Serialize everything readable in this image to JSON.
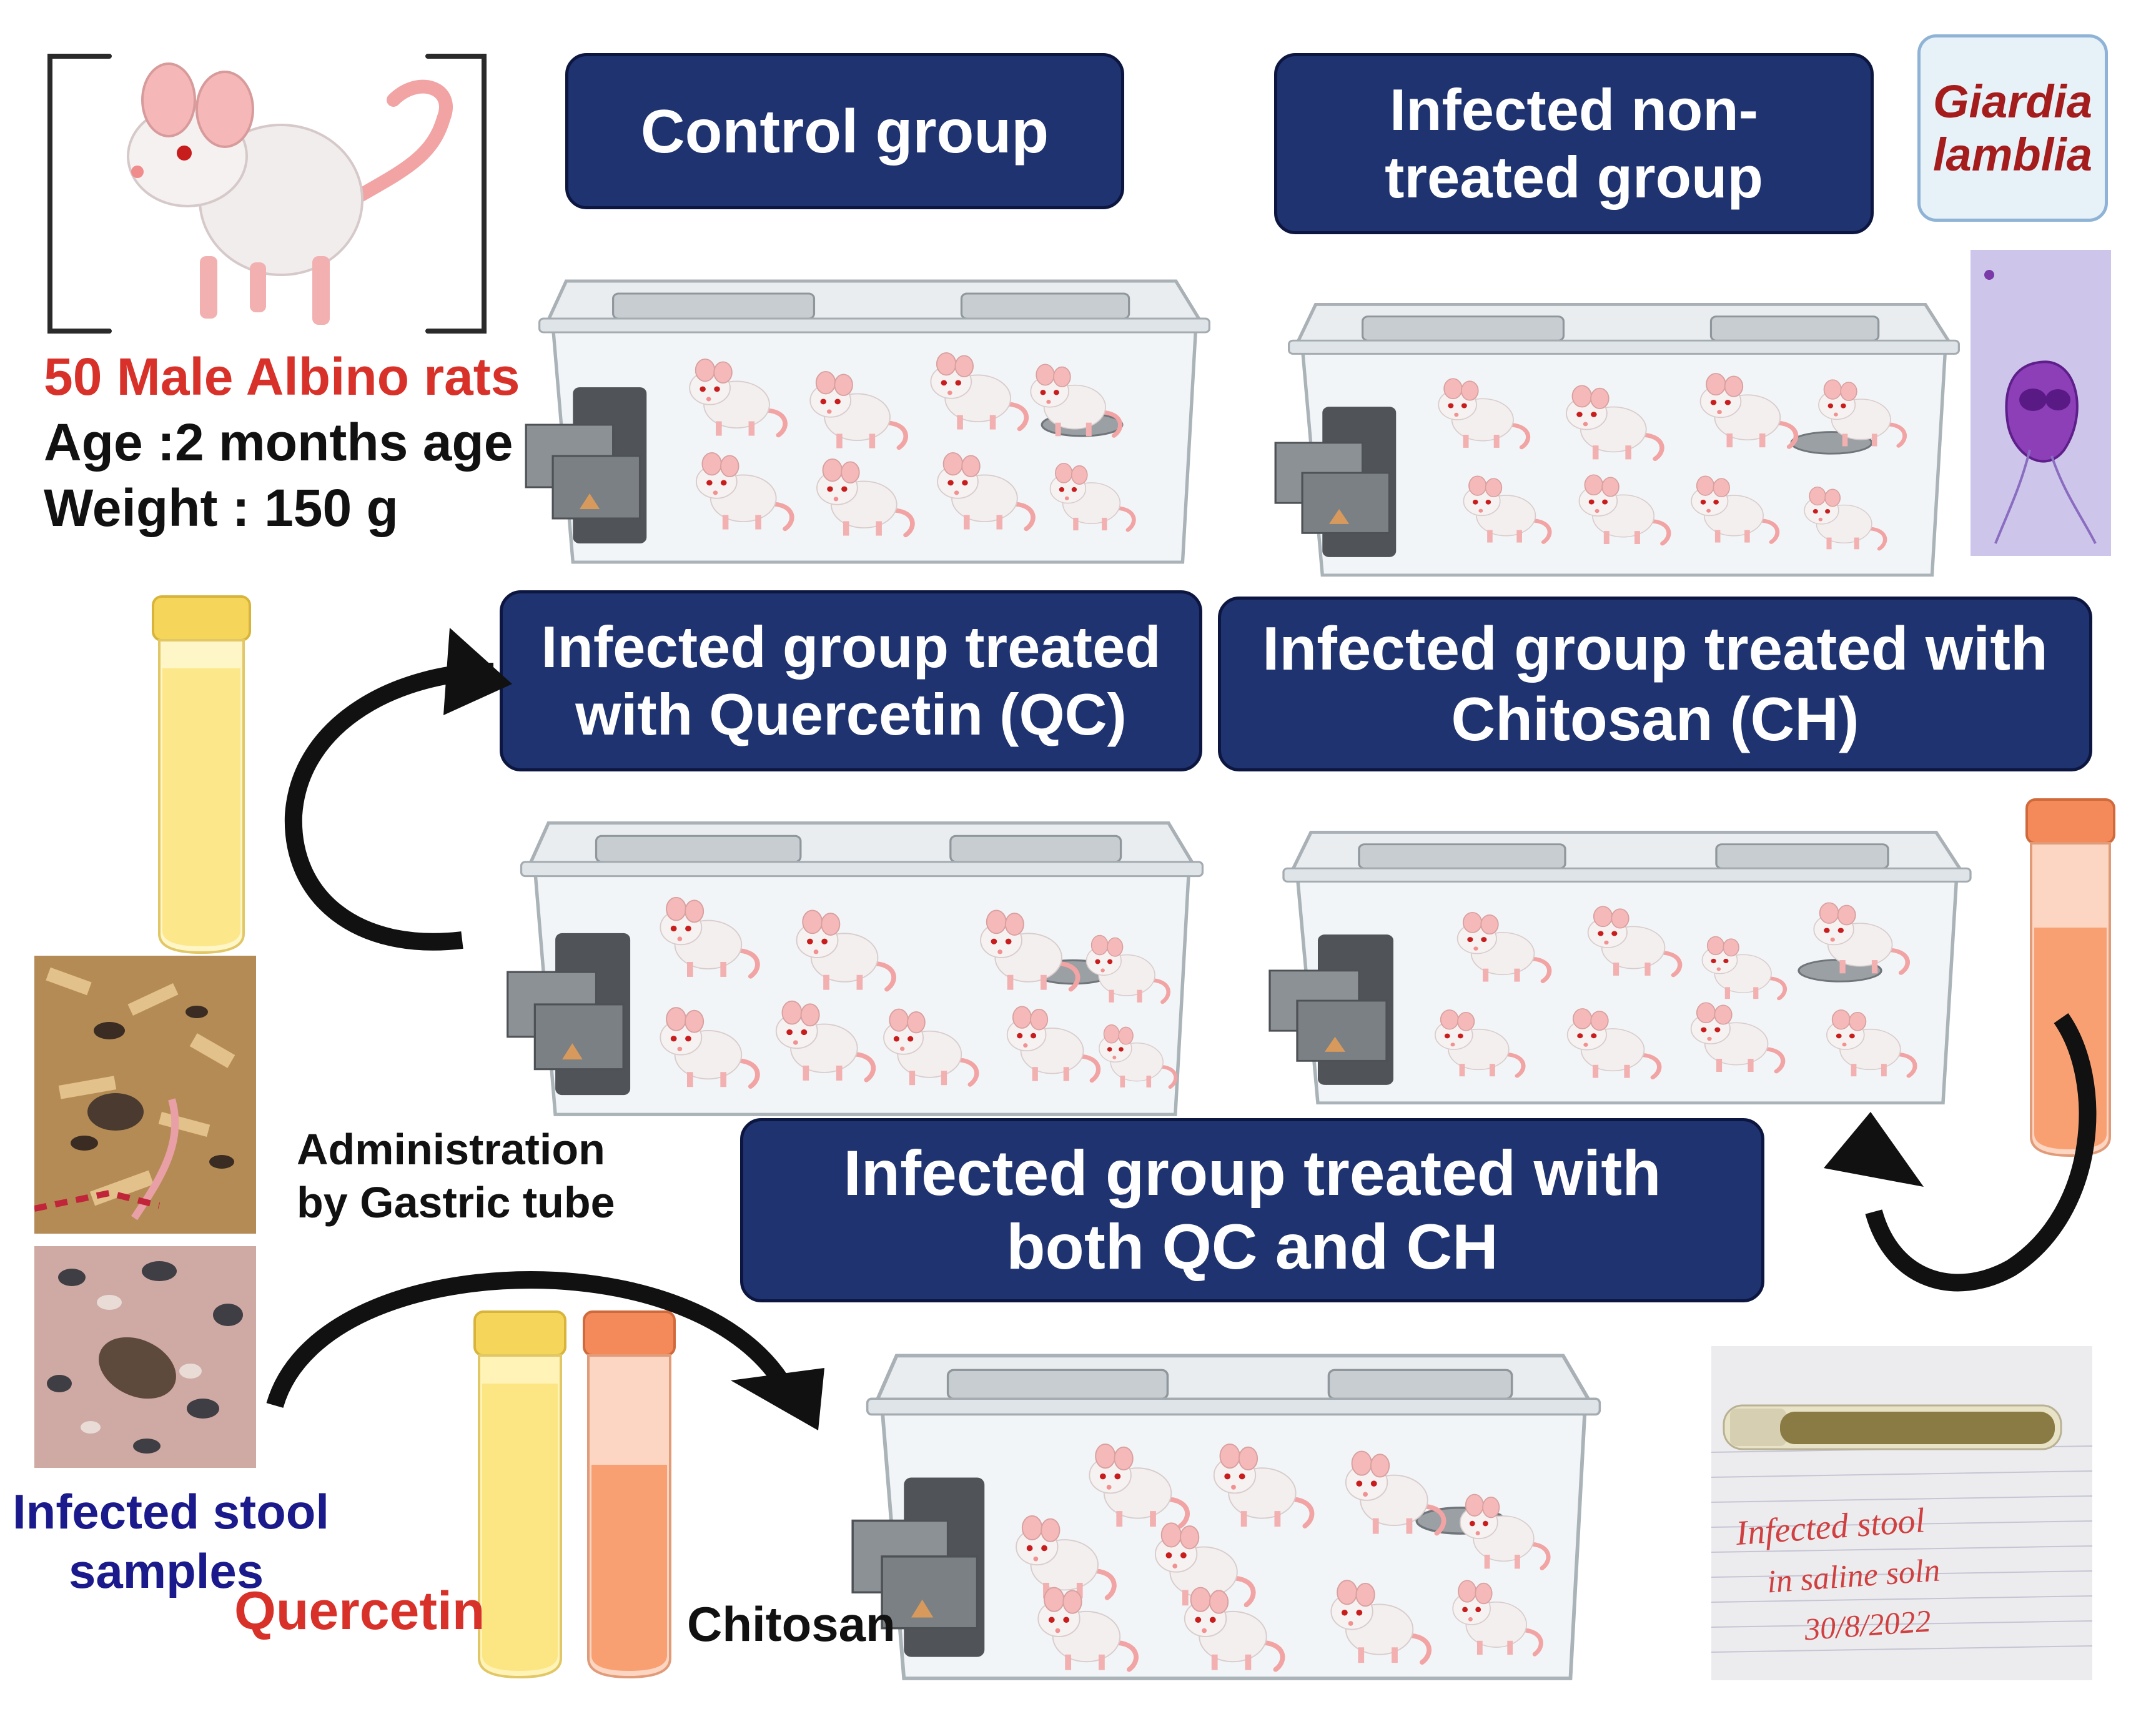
{
  "rat_info": {
    "count_label": "50 Male Albino rats",
    "age_label": "Age :2 months age",
    "weight_label": "Weight : 150 g"
  },
  "groups": {
    "control": "Control group",
    "infected_non_treated": "Infected non-treated group",
    "quercetin": "Infected group treated with Quercetin (QC)",
    "chitosan": "Infected group treated with Chitosan (CH)",
    "both": "Infected group treated with both QC and CH"
  },
  "parasite": {
    "line1": "Giardia",
    "line2": "lamblia"
  },
  "labels": {
    "administration_1": "Administration",
    "administration_2": "by Gastric tube",
    "stool_1": "Infected stool",
    "stool_2": "samples",
    "quercetin": "Quercetin",
    "chitosan": "Chitosan"
  },
  "handwritten_note": "Infected stool in saline soln 30/8/2022",
  "colors": {
    "box_fill": "#1f3370",
    "box_border": "#0c1640",
    "red_label": "#d8312a",
    "navy_label": "#1a1a8c",
    "quercetin_tube": "#fbe37a",
    "chitosan_tube": "#f89a6a",
    "parasite_text": "#a51c1c"
  }
}
